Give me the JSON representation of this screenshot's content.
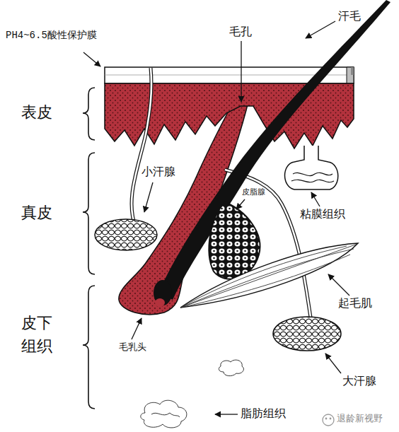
{
  "diagram": {
    "labels": [
      "PH4~6.5酸性保护膜",
      "毛孔",
      "汗毛",
      "表皮",
      "真皮",
      "小汗腺",
      "皮脂腺",
      "粘膜组织",
      "起毛肌",
      "皮下 组织",
      "毛乳头",
      "大汗腺",
      "脂肪组织",
      "退龄新视野"
    ]
  }
}
